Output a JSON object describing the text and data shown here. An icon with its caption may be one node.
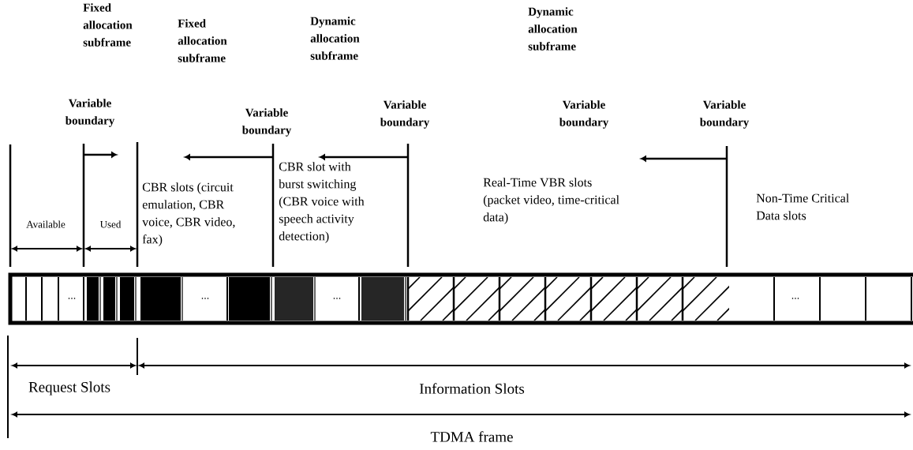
{
  "diagram": {
    "labels": [
      "Fixed allocation subframe",
      "Fixed allocation subframe",
      "Dynamic allocation subframe",
      "Dynamic allocation subframe",
      "Variable boundary",
      "Variable boundary",
      "Variable boundary",
      "Variable boundary",
      "Variable boundary",
      "CBR slots (circuit emulation, CBR voice, CBR video, fax)",
      "CBR slot with burst switching (CBR voice with speech activity detection)",
      "Real-Time VBR slots (packet video, time-critical data)",
      "Available",
      "Used",
      "Non-Time Critical Data slots",
      "...",
      "...",
      "...",
      "...",
      "Request Slots",
      "Information Slots",
      "TDMA frame"
    ]
  }
}
